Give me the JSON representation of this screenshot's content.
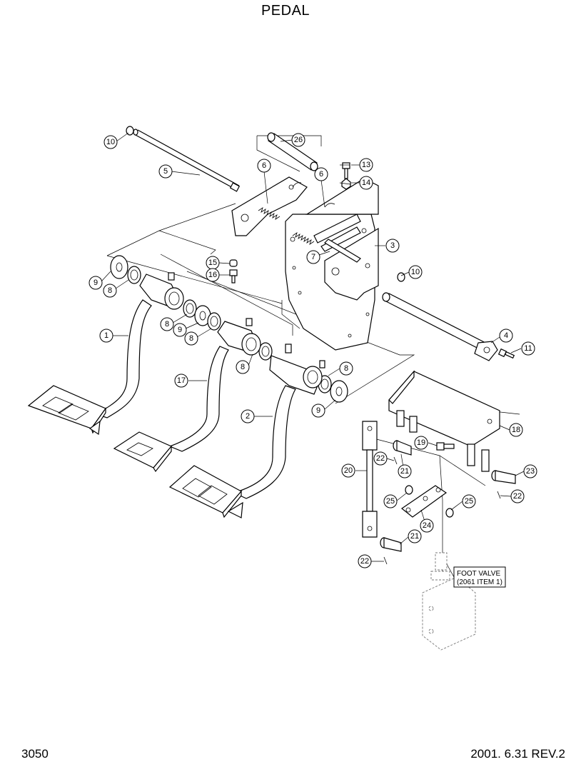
{
  "title": "PEDAL",
  "page_number": "3050",
  "revision": "2001. 6.31 REV.2",
  "note": {
    "line1": "FOOT VALVE",
    "line2": "(2061 ITEM 1)"
  },
  "callouts": [
    "10",
    "26",
    "13",
    "5",
    "6",
    "6",
    "14",
    "3",
    "7",
    "15",
    "16",
    "10",
    "9",
    "8",
    "8",
    "9",
    "8",
    "4",
    "11",
    "1",
    "8",
    "17",
    "8",
    "2",
    "9",
    "18",
    "19",
    "22",
    "21",
    "23",
    "20",
    "22",
    "25",
    "25",
    "24",
    "21",
    "22"
  ]
}
